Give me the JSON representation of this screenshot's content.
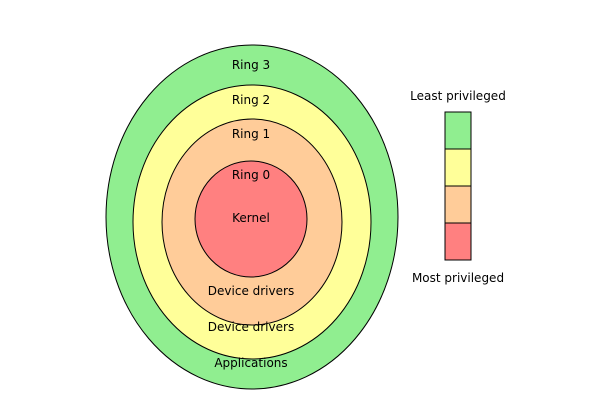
{
  "rings": [
    {
      "ring": "Ring 3",
      "content": "Applications",
      "color": "#90ee90"
    },
    {
      "ring": "Ring 2",
      "content": "Device drivers",
      "color": "#ffff99"
    },
    {
      "ring": "Ring 1",
      "content": "Device drivers",
      "color": "#ffcc99"
    },
    {
      "ring": "Ring 0",
      "content": "Kernel",
      "color": "#ff8080"
    }
  ],
  "legend": {
    "top_label": "Least privileged",
    "bottom_label": "Most privileged",
    "colors": [
      "#90ee90",
      "#ffff99",
      "#ffcc99",
      "#ff8080"
    ]
  },
  "outline_color": "#000000"
}
